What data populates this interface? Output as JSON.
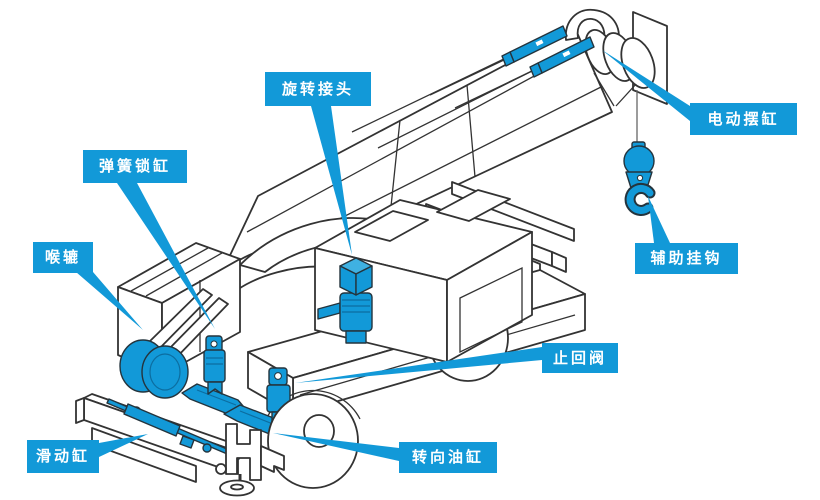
{
  "diagram": {
    "type": "crane-parts-callout-diagram",
    "colors": {
      "accent_blue": "#1299d8",
      "line": "#333333",
      "background": "#ffffff",
      "label_text": "#ffffff"
    },
    "labels": [
      {
        "id": "rotary-joint",
        "text": "旋转接头"
      },
      {
        "id": "spring-lock-cylinder",
        "text": "弹簧锁缸"
      },
      {
        "id": "winch",
        "text": "喉辘"
      },
      {
        "id": "electric-swing-cylinder",
        "text": "电动摆缸"
      },
      {
        "id": "auxiliary-hook",
        "text": "辅助挂钩"
      },
      {
        "id": "check-valve",
        "text": "止回阀"
      },
      {
        "id": "steering-oil-cylinder",
        "text": "转向油缸"
      },
      {
        "id": "sliding-cylinder",
        "text": "滑动缸"
      }
    ]
  }
}
